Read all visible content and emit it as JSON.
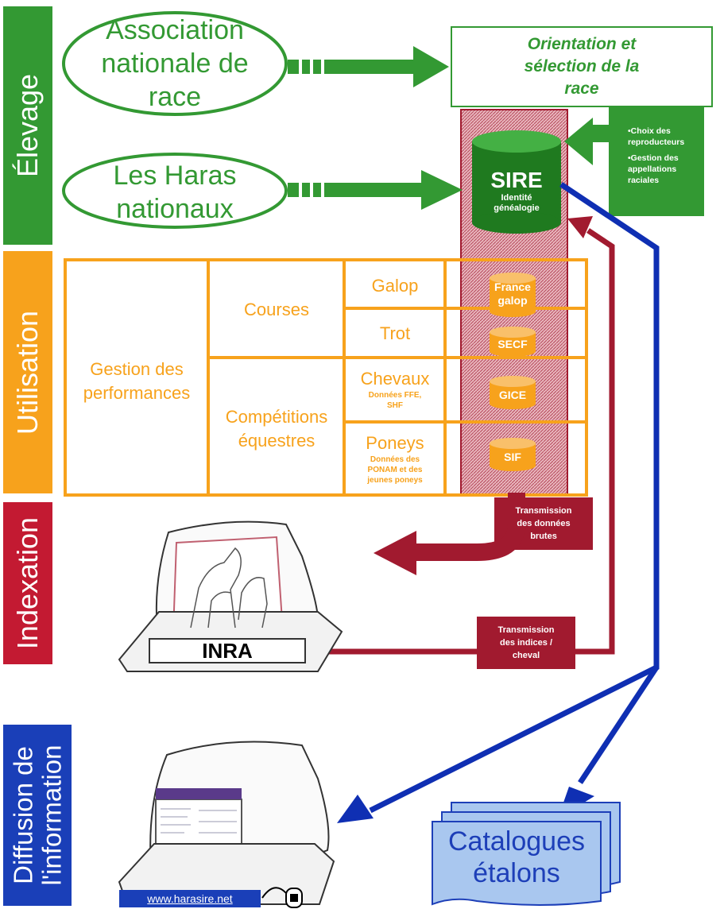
{
  "colors": {
    "green": "#339933",
    "orange": "#f7a21c",
    "red": "#c31a32",
    "darkred": "#a11a2f",
    "blue": "#0f2fb3",
    "sire_bg": "#c06070",
    "catalogue_fill": "#a9c7ef",
    "catalogue_text": "#1d3fb8",
    "white": "#ffffff"
  },
  "bands": {
    "elevage": "Élevage",
    "utilisation": "Utilisation",
    "indexation": "Indexation",
    "diffusion_line1": "Diffusion de",
    "diffusion_line2": "l'information"
  },
  "elevage": {
    "association": [
      "Association",
      "nationale de",
      "race"
    ],
    "haras": [
      "Les Haras",
      "nationaux"
    ],
    "orientation": [
      "Orientation et",
      "sélection de la",
      "race"
    ],
    "sire_title": "SIRE",
    "sire_sub": [
      "Identité",
      "généalogie"
    ],
    "choix_notes": [
      "•Choix des",
      "reproducteurs",
      "•Gestion des",
      "appellations",
      "raciales"
    ]
  },
  "utilisation": {
    "gestion": [
      "Gestion des",
      "performances"
    ],
    "courses": "Courses",
    "competitions": [
      "Compétitions",
      "équestres"
    ],
    "galop": "Galop",
    "trot": "Trot",
    "chevaux": "Chevaux",
    "chevaux_sub": [
      "Données FFE,",
      "SHF"
    ],
    "poneys": "Poneys",
    "poneys_sub": [
      "Données des",
      "PONAM et des",
      "jeunes poneys"
    ],
    "db_france_galop": [
      "France",
      "galop"
    ],
    "db_secf": "SECF",
    "db_gice": "GICE",
    "db_sif": "SIF"
  },
  "indexation": {
    "transmission_brutes": [
      "Transmission",
      "des données",
      "brutes"
    ],
    "transmission_indices": [
      "Transmission",
      "des indices /",
      "cheval"
    ],
    "inra": "INRA"
  },
  "diffusion": {
    "url": "www.harasire.net",
    "catalogues": [
      "Catalogues",
      "étalons"
    ]
  }
}
